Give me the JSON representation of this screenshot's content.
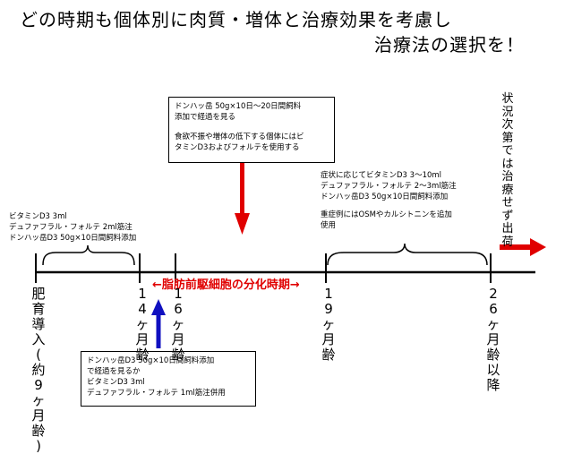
{
  "title": {
    "line1": "どの時期も個体別に肉質・増体と治療効果を考慮し",
    "line2": "治療法の選択を！"
  },
  "notes": {
    "early": [
      "ビタミンD3  3ml",
      "デュファフラル・フォルテ  2ml筋注",
      "ドンハッ岳D3  50g×10日間飼料添加"
    ],
    "mid_box": [
      "ドンハッ岳  50g×10日〜20日間飼料",
      "添加で経過を見る",
      "",
      "食欲不振や増体の低下する個体にはビ",
      "タミンD3およびフォルテを使用する"
    ],
    "late": [
      "症状に応じてビタミンD3  3〜10ml",
      "デュファフラル・フォルテ  2〜3ml筋注",
      "ドンハッ岳D3  50g×10日間飼料添加",
      "",
      "重症例にはOSMやカルシトニンを追加",
      "使用"
    ],
    "bottom_box": [
      "ドンハッ岳D3  50g×10日間飼料添加",
      "で経過を見るか",
      "ビタミンD3  3ml",
      "デュファフラル・フォルテ  1ml筋注併用"
    ]
  },
  "banner": "←脂肪前駆細胞の分化時期→",
  "timeline": {
    "labels": [
      "肥育導入(約9ヶ月齢)",
      "14ヶ月齢",
      "16ヶ月齢",
      "19ヶ月齢",
      "26ヶ月齢以降"
    ]
  },
  "shipping": "状況次第では治療せず出荷",
  "colors": {
    "red": "#e00000",
    "blue": "#1010c0"
  }
}
